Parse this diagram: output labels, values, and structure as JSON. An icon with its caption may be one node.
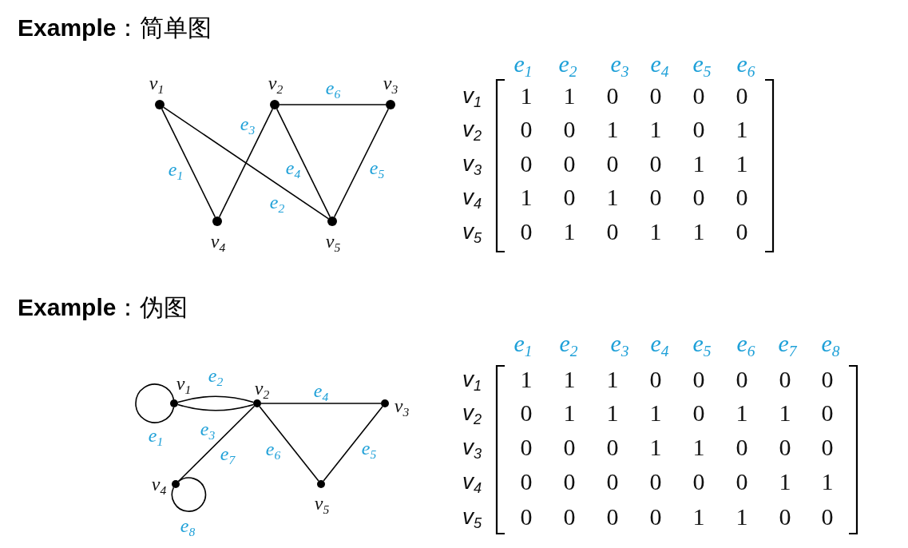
{
  "diagram": {
    "nodes": [
      {
        "text": [],
        "shape": "circle",
        "beside": [
          "v$_{1}$"
        ]
      },
      {
        "text": [],
        "shape": "circle",
        "beside": [
          "v$_{2}$"
        ]
      },
      {
        "text": [],
        "shape": "circle",
        "beside": [
          "v$_{3}$"
        ]
      },
      {
        "text": [],
        "shape": "circle",
        "beside": [
          "v$_{4}$"
        ]
      },
      {
        "text": [],
        "shape": "circle",
        "beside": [
          "v$_{5}$"
        ]
      },
      {
        "text": [],
        "shape": "circle",
        "beside": [
          "v$_{1}$"
        ]
      },
      {
        "text": [],
        "shape": "circle",
        "beside": [
          "v$_{2}$"
        ]
      },
      {
        "text": [],
        "shape": "circle",
        "beside": [
          "v$_{3}$"
        ]
      },
      {
        "text": [],
        "shape": "circle",
        "beside": [
          "v$_{4}$"
        ]
      },
      {
        "text": [],
        "shape": "circle",
        "beside": [
          "v$_{5}$"
        ]
      }
    ],
    "edges": [
      {
        "from": 0,
        "to": 3,
        "arrow": "none",
        "label": "e$_{1}$"
      },
      {
        "from": 0,
        "to": 4,
        "arrow": "none",
        "label": "e$_{2}$"
      },
      {
        "from": 1,
        "to": 3,
        "arrow": "none",
        "label": "e$_{3}$"
      },
      {
        "from": 1,
        "to": 4,
        "arrow": "none",
        "label": "e$_{4}$"
      },
      {
        "from": 2,
        "to": 4,
        "arrow": "none",
        "label": "e$_{5}$"
      },
      {
        "from": 1,
        "to": 2,
        "arrow": "none",
        "label": "e$_{6}$"
      },
      {
        "from": 5,
        "to": 5,
        "arrow": "none",
        "label": "e$_{1}$"
      },
      {
        "from": 5,
        "to": 6,
        "arrow": "none",
        "label": "e$_{2}$"
      },
      {
        "from": 5,
        "to": 6,
        "arrow": "none",
        "label": "e$_{3}$"
      },
      {
        "from": 6,
        "to": 7,
        "arrow": "none",
        "label": "e$_{4}$"
      },
      {
        "from": 7,
        "to": 9,
        "arrow": "none",
        "label": "e$_{5}$"
      },
      {
        "from": 6,
        "to": 9,
        "arrow": "none",
        "label": "e$_{6}$"
      },
      {
        "from": 6,
        "to": 8,
        "arrow": "none",
        "label": "e$_{7}$"
      },
      {
        "from": 8,
        "to": 8,
        "arrow": "none",
        "label": "e$_{8}$"
      }
    ],
    "labels": [
      "**Example**：简单图",
      "e$_{1}$",
      "e$_{2}$",
      "e$_{3}$",
      "e$_{4}$",
      "e$_{5}$",
      "e$_{6}$",
      "v$_{1}$",
      "1",
      "1",
      "0",
      "0",
      "0",
      "0",
      "v$_{2}$",
      "0",
      "0",
      "1",
      "1",
      "0",
      "1",
      "v$_{3}$",
      "0",
      "0",
      "0",
      "0",
      "1",
      "1",
      "v$_{4}$",
      "1",
      "0",
      "1",
      "0",
      "0",
      "0",
      "v$_{5}$",
      "0",
      "1",
      "0",
      "1",
      "1",
      "0",
      "**Example**：伪图",
      "e$_{1}$",
      "e$_{2}$",
      "e$_{3}$",
      "e$_{4}$",
      "e$_{5}$",
      "e$_{6}$",
      "e$_{7}$",
      "e$_{8}$",
      "v$_{1}$",
      "1",
      "1",
      "1",
      "0",
      "0",
      "0",
      "0",
      "0",
      "v$_{2}$",
      "0",
      "1",
      "1",
      "1",
      "0",
      "1",
      "1",
      "0",
      "v$_{3}$",
      "0",
      "0",
      "0",
      "1",
      "1",
      "0",
      "0",
      "0",
      "v$_{4}$",
      "0",
      "0",
      "0",
      "0",
      "0",
      "0",
      "1",
      "1",
      "v$_{5}$",
      "0",
      "0",
      "0",
      "0",
      "1",
      "1",
      "0",
      "0"
    ]
  }
}
